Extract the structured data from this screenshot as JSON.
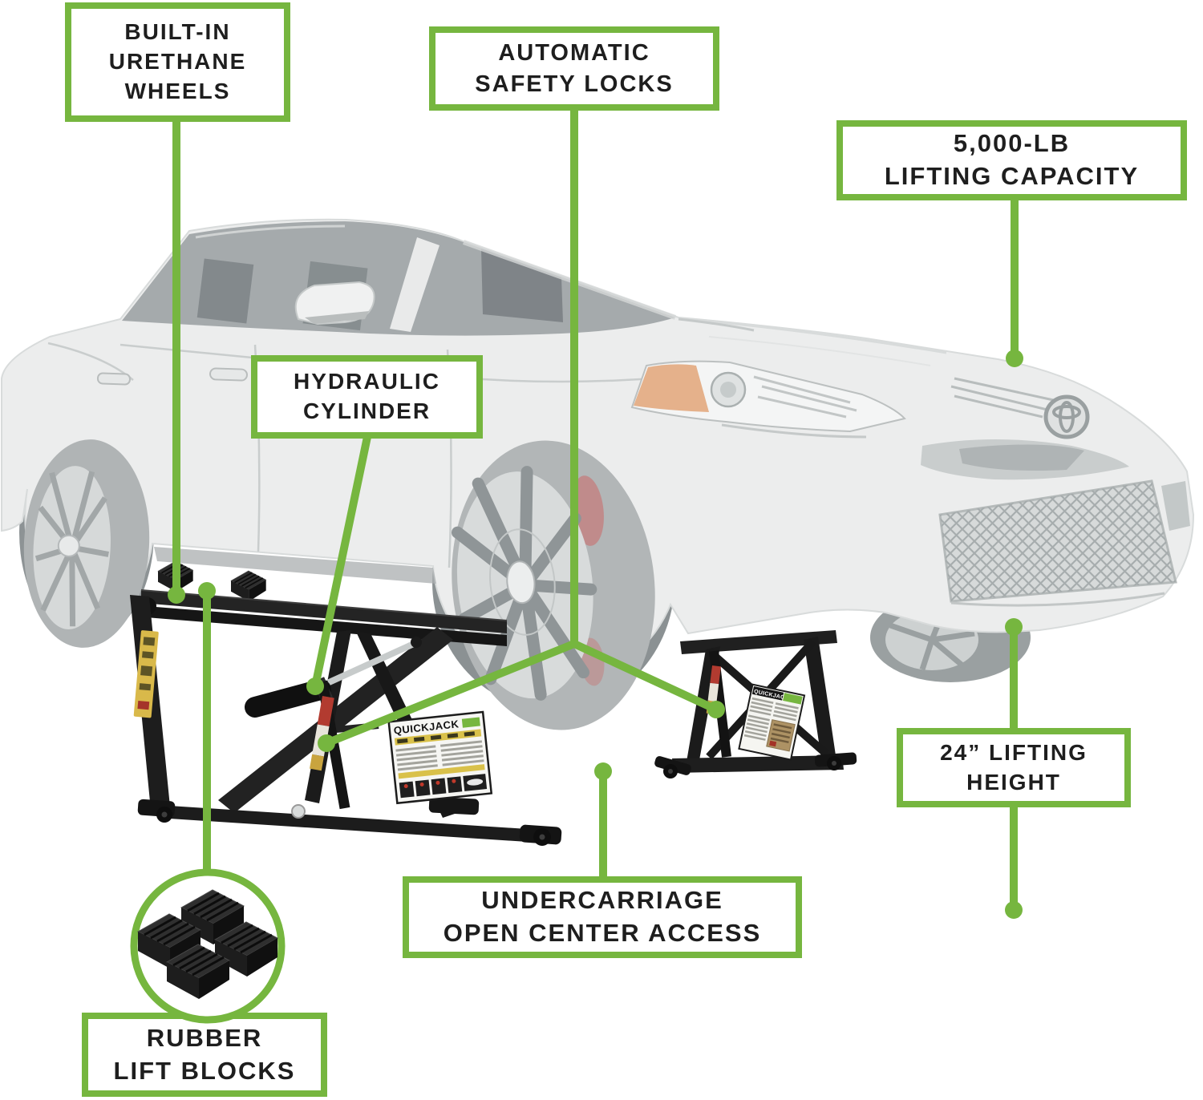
{
  "colors": {
    "accent_green": "#76b63f",
    "text_dark": "#1e1e1e",
    "box_background": "#ffffff",
    "frame_black": "#1c1c1c"
  },
  "callouts": {
    "wheels": {
      "lines": [
        "BUILT-IN",
        "URETHANE",
        "WHEELS"
      ]
    },
    "locks": {
      "lines": [
        "AUTOMATIC",
        "SAFETY LOCKS"
      ]
    },
    "capacity": {
      "lines": [
        "5,000-LB",
        "LIFTING CAPACITY"
      ]
    },
    "cylinder": {
      "lines": [
        "HYDRAULIC",
        "CYLINDER"
      ]
    },
    "height": {
      "lines": [
        "24” LIFTING",
        "HEIGHT"
      ]
    },
    "undercarriage": {
      "lines": [
        "UNDERCARRIAGE",
        "OPEN CENTER ACCESS"
      ]
    },
    "blocks": {
      "lines": [
        "RUBBER",
        "LIFT BLOCKS"
      ]
    }
  },
  "placards": {
    "brand": "QUICKJACK"
  }
}
